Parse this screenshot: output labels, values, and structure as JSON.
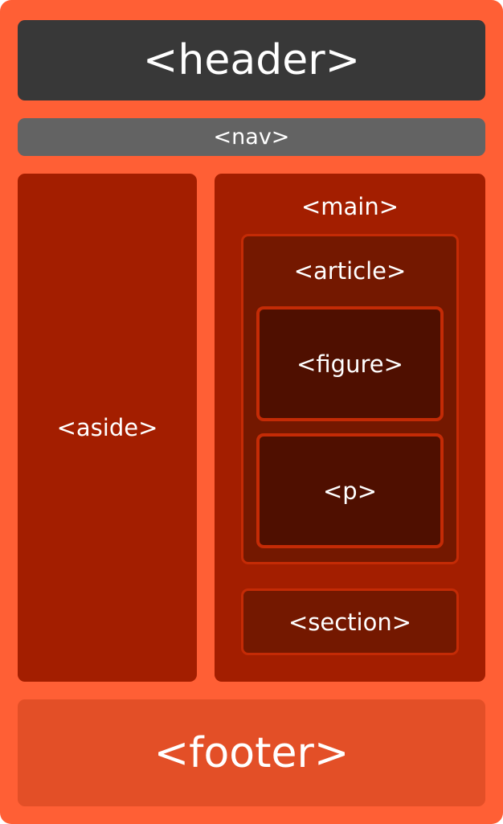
{
  "diagram": {
    "frame_color": "#ff5f35",
    "blocks": {
      "header": {
        "label": "<header>",
        "color": "#383838"
      },
      "nav": {
        "label": "<nav>",
        "color": "#636363"
      },
      "aside": {
        "label": "<aside>",
        "color": "#a31e00"
      },
      "main": {
        "label": "<main>",
        "color": "#a31e00"
      },
      "article": {
        "label": "<article>",
        "color": "#741800"
      },
      "figure": {
        "label": "<figure>",
        "color": "#4f0f00"
      },
      "p": {
        "label": "<p>",
        "color": "#4f0f00"
      },
      "section": {
        "label": "<section>",
        "color": "#741800"
      },
      "footer": {
        "label": "<footer>",
        "color": "#e34f27"
      }
    },
    "border_color": "#c42b06"
  }
}
